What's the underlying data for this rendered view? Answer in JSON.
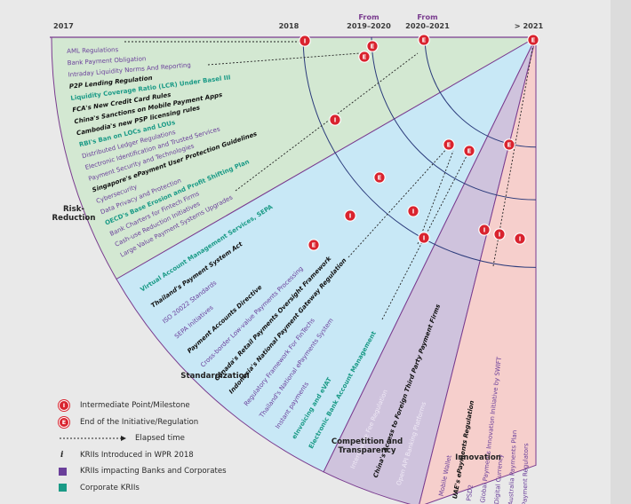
{
  "timeline": [
    "2017",
    "2018",
    "From\n2019–2020",
    "From\n2020–2021",
    "> 2021"
  ],
  "sectors": {
    "risk": "Risk-\nReduction",
    "standard": "Standardization",
    "competition": "Competition and\nTransparency",
    "innovation": "Innovation"
  },
  "risk_items": [
    {
      "text": "AML Regulations",
      "kind": "normal"
    },
    {
      "text": "Bank Payment Obligation",
      "kind": "normal"
    },
    {
      "text": "Intraday Liquidity Norms And Reporting",
      "kind": "normal"
    },
    {
      "text": "P2P Lending Regulation",
      "kind": "new"
    },
    {
      "text": "Liquidity Coverage Ratio (LCR) Under Basel III",
      "kind": "corp"
    },
    {
      "text": "FCA's New Credit Card Rules",
      "kind": "new"
    },
    {
      "text": "China's Sanctions on Mobile Payment Apps",
      "kind": "new"
    },
    {
      "text": "Cambodia's new PSP licensing rules",
      "kind": "new"
    },
    {
      "text": "RBI's Ban on LOCs and LOUs",
      "kind": "corp"
    },
    {
      "text": "Distributed Ledger Regulations",
      "kind": "normal"
    },
    {
      "text": "Electronic Identification and Trusted Services",
      "kind": "normal"
    },
    {
      "text": "Payment Security and Technologies",
      "kind": "normal"
    },
    {
      "text": "Singapore's ePayment User Protection Guidelines",
      "kind": "new"
    },
    {
      "text": "Cybersecurity",
      "kind": "normal"
    },
    {
      "text": "Data Privacy and Protection",
      "kind": "normal"
    },
    {
      "text": "OECD's Base Erosion and Profit Shifting Plan",
      "kind": "corp"
    },
    {
      "text": "Bank Charters for Fintech Firms",
      "kind": "normal"
    },
    {
      "text": "Cash-use Reduction Initiatives",
      "kind": "normal"
    },
    {
      "text": "Large Value Payment Systems Upgrades",
      "kind": "normal"
    }
  ],
  "std_items": [
    {
      "text": "Virtual Account Management Services, SEPA",
      "kind": "corp"
    },
    {
      "text": "Thailand's Payment System Act",
      "kind": "new"
    },
    {
      "text": "ISO 20022 Standards",
      "kind": "normal"
    },
    {
      "text": "SEPA Initiatives",
      "kind": "normal"
    },
    {
      "text": "Payment Accounts Directive",
      "kind": "new"
    },
    {
      "text": "Cross-border Low-value Payments Processing",
      "kind": "normal"
    },
    {
      "text": "Canada's Retail Payments Oversight Framework",
      "kind": "new"
    },
    {
      "text": "Indonesia's National Payment Gateway Regulation",
      "kind": "new"
    },
    {
      "text": "Regulatory Framework For FinTechs",
      "kind": "normal"
    },
    {
      "text": "Thailand's National ePayments System",
      "kind": "normal"
    },
    {
      "text": "Instant payments",
      "kind": "normal"
    },
    {
      "text": "eInvoicing and eVAT",
      "kind": "corp"
    },
    {
      "text": "Electronic Bank Account Management",
      "kind": "corp"
    }
  ],
  "comp_items": [
    {
      "text": "Interchange Fee Regulation",
      "kind": "light"
    },
    {
      "text": "China's Access to Foreign Third Party Payment Firms",
      "kind": "new"
    },
    {
      "text": "Open API Banking Platforms",
      "kind": "light"
    }
  ],
  "innov_items": [
    {
      "text": "Mobile Wallet",
      "kind": "normal"
    },
    {
      "text": "UAE's ePayments Regulation",
      "kind": "new"
    },
    {
      "text": "PSD2",
      "kind": "normal"
    },
    {
      "text": "Global Payments Innovation Initiative by SWIFT",
      "kind": "normal"
    },
    {
      "text": "Digital Currency",
      "kind": "normal"
    },
    {
      "text": "Australia Payments Plan",
      "kind": "normal"
    },
    {
      "text": "Payment Regulators",
      "kind": "normal"
    }
  ],
  "legend": {
    "intermediate": "Intermediate Point/Milestone",
    "end": "End of the Initiative/Regulation",
    "elapsed": "Elapsed time",
    "introduced": "KRIIs Introduced in WPR 2018",
    "banks": "KRIIs impacting Banks and Corporates",
    "corporate": "Corporate KRIIs",
    "i_glyph": "i",
    "I_mark": "I",
    "E_mark": "E"
  },
  "colors": {
    "risk_fill": "#d3e8d2",
    "std_fill": "#c8e8f6",
    "comp_fill": "#cfc3dd",
    "innov_fill": "#f6cfcc",
    "purple_text": "#6a3f9a",
    "teal_text": "#1a9a86",
    "marker": "#d9232e",
    "banks_purple": "#6a3f9a",
    "corporate_teal": "#1a9a86"
  }
}
